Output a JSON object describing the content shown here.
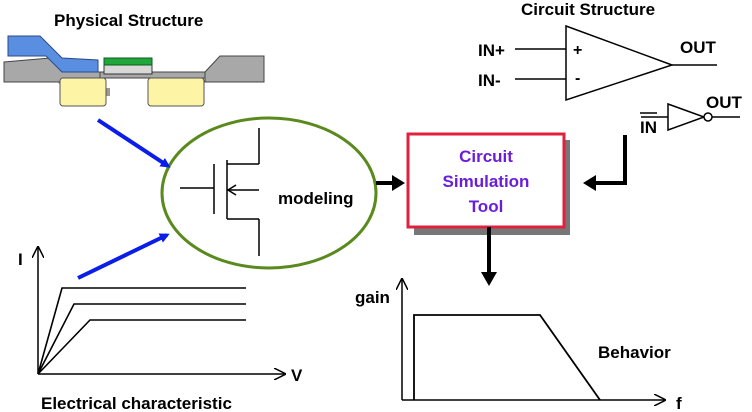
{
  "labels": {
    "physical_structure": "Physical Structure",
    "circuit_structure": "Circuit Structure",
    "in_plus": "IN+",
    "in_minus": "IN-",
    "plus_sign": "+",
    "minus_sign": "-",
    "out_opamp": "OUT",
    "out_inverter": "OUT",
    "in_inverter": "IN",
    "modeling": "modeling",
    "tool_line1": "Circuit",
    "tool_line2": "Simulation",
    "tool_line3": "Tool",
    "iv_y_axis": "I",
    "iv_x_axis": "V",
    "electrical_characteristic": "Electrical characteristic",
    "gain_axis": "gain",
    "f_axis": "f",
    "behavior": "Behavior"
  },
  "colors": {
    "arrow_blue": "#0a1ee8",
    "ellipse_green": "#5a8a1e",
    "tool_border_red": "#e0203c",
    "tool_text_purple": "#6a1ed8",
    "gate_blue": "#5a8ee0",
    "gate_green": "#1fa63c",
    "diffusion_yellow": "#fdf4a6",
    "oxide_gray": "#a8a8a8"
  }
}
